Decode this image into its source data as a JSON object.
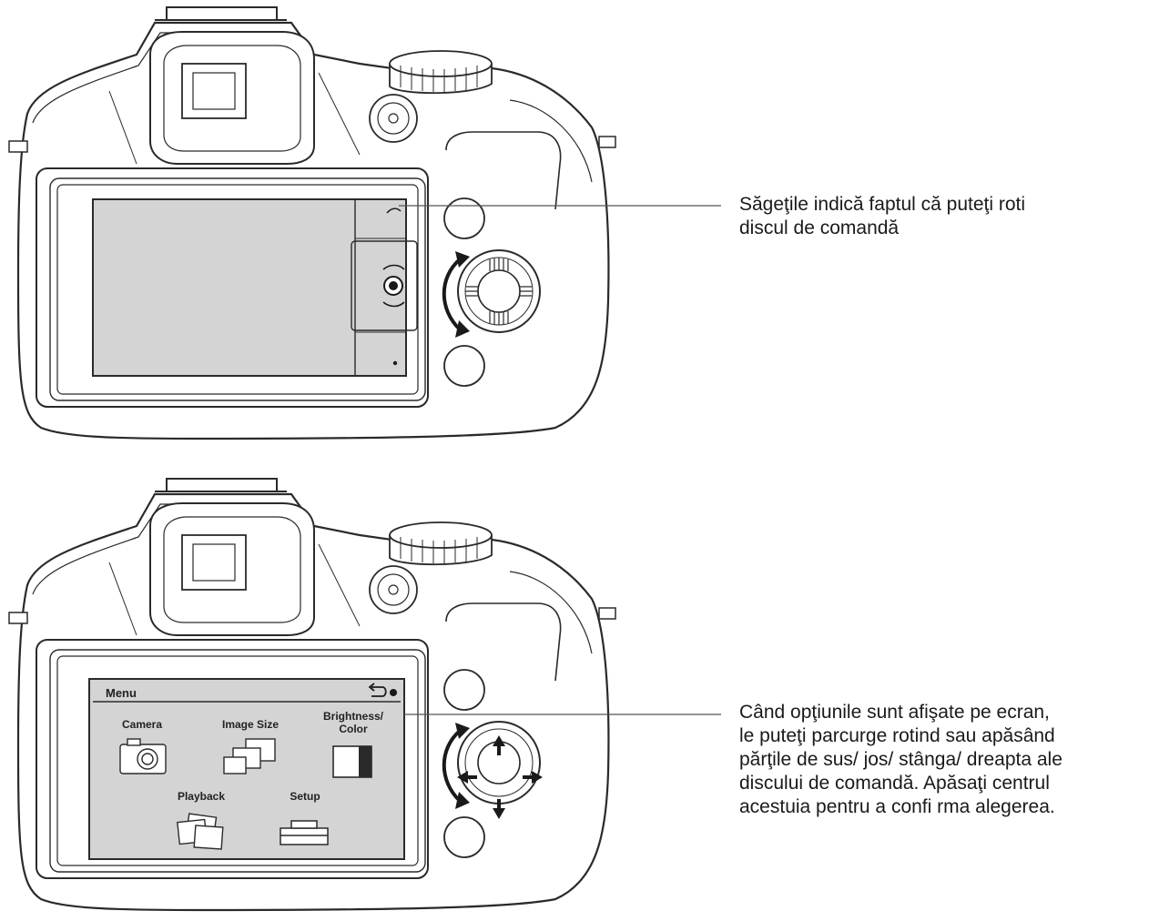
{
  "callouts": {
    "first": {
      "line1": "Săgeţile indică faptul că puteţi roti",
      "line2": "discul de comandă"
    },
    "second": {
      "line1": "Când opţiunile sunt afişate pe ecran,",
      "line2": "le puteţi parcurge rotind sau apăsând",
      "line3": "părţile de sus/ jos/ stânga/ dreapta ale",
      "line4": "discului de comandă. Apăsaţi centrul",
      "line5": "acestuia pentru a confi rma alegerea."
    }
  },
  "menu_screen": {
    "title": "Menu",
    "items": [
      {
        "label": "Camera",
        "icon": "camera-icon"
      },
      {
        "label": "Image Size",
        "icon": "image-size-icon"
      },
      {
        "label": "Brightness/",
        "label2": "Color",
        "icon": "brightness-color-icon"
      },
      {
        "label": "Playback",
        "icon": "playback-icon"
      },
      {
        "label": "Setup",
        "icon": "setup-toolbox-icon"
      }
    ],
    "back_icon": "return-icon"
  },
  "colors": {
    "stroke": "#2a2a2a",
    "screen": "#d4d4d4",
    "background": "#ffffff"
  }
}
